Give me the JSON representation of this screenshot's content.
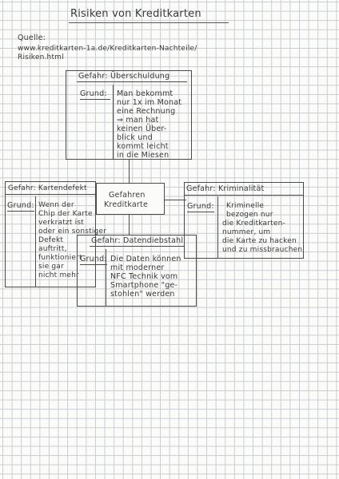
{
  "title": "Risiken von Kreditkarten",
  "source": {
    "label": "Quelle:",
    "lines": [
      "www.kreditkarten-1a.de/Kreditkarten-Nachteile/",
      "Risiken.html"
    ]
  },
  "center": {
    "lines": [
      "Gefahren",
      "Kreditkarte"
    ]
  },
  "grund_label": "Grund:",
  "boxes": {
    "ueberschuldung": {
      "header": "Gefahr: Überschuldung",
      "lines": [
        "Man bekommt",
        "nur 1x im Monat",
        "eine Rechnung",
        "⇒ man hat",
        "keinen Über-",
        "blick und",
        "kommt leicht",
        "in die Miesen"
      ]
    },
    "kartendefekt": {
      "header": "Gefahr: Kartendefekt",
      "lines": [
        "Wenn der",
        "Chip der Karte",
        "verkratzt ist",
        "oder ein sonstiger",
        "Defekt",
        "auftritt,",
        "funktioniert",
        "sie gar",
        "nicht mehr"
      ]
    },
    "kriminalitaet": {
      "header": "Gefahr: Kriminalität",
      "lines": [
        "Kriminelle",
        "bezogen nur",
        "die Kreditkarten-",
        "nummer, um",
        "die Karte zu hacken",
        "und zu missbrauchen"
      ]
    },
    "datendiebstahl": {
      "header": "Gefahr: Datendiebstahl",
      "lines": [
        "Die Daten können",
        "mit moderner",
        "NFC Technik vom",
        "Smartphone \"ge-",
        "stohlen\" werden"
      ]
    }
  }
}
